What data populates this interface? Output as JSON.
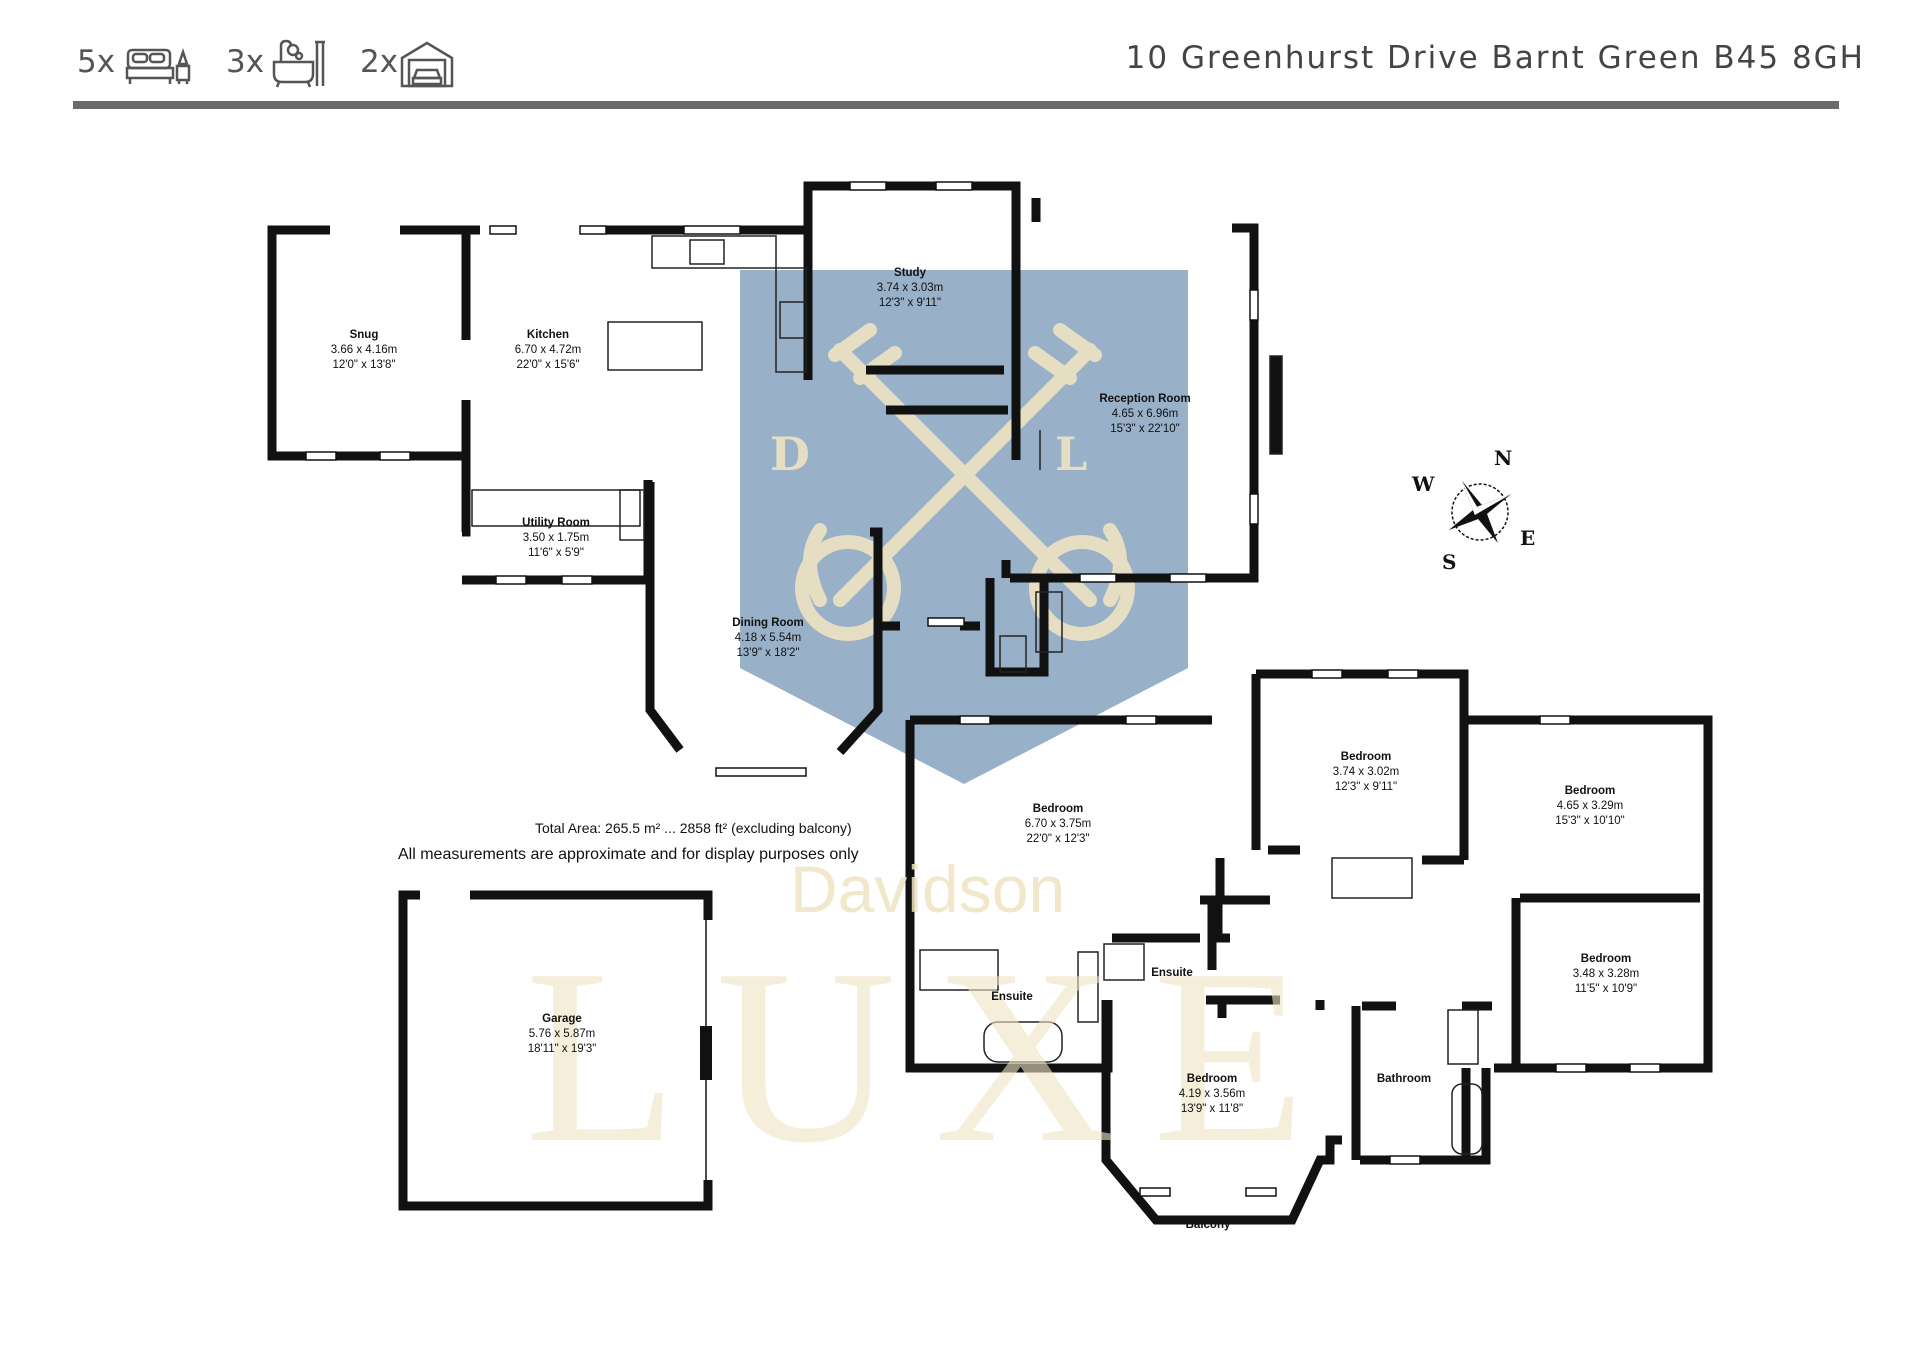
{
  "header": {
    "bedrooms": "5x",
    "bathrooms": "3x",
    "garages": "2x",
    "address": "10 Greenhurst Drive Barnt Green B45 8GH"
  },
  "icons": [
    "bed-icon",
    "bath-icon",
    "garage-icon",
    "compass-rose-icon",
    "watermark-logo-icon"
  ],
  "rooms": {
    "snug": {
      "name": "Snug",
      "metric": "3.66 x 4.16m",
      "imperial": "12'0\" x 13'8\""
    },
    "kitchen": {
      "name": "Kitchen",
      "metric": "6.70 x 4.72m",
      "imperial": "22'0\" x 15'6\""
    },
    "study": {
      "name": "Study",
      "metric": "3.74 x 3.03m",
      "imperial": "12'3\" x 9'11\""
    },
    "reception": {
      "name": "Reception Room",
      "metric": "4.65 x 6.96m",
      "imperial": "15'3\" x 22'10\""
    },
    "utility": {
      "name": "Utility Room",
      "metric": "3.50 x 1.75m",
      "imperial": "11'6\" x 5'9\""
    },
    "dining": {
      "name": "Dining Room",
      "metric": "4.18 x 5.54m",
      "imperial": "13'9\" x 18'2\""
    },
    "bed1": {
      "name": "Bedroom",
      "metric": "6.70 x 3.75m",
      "imperial": "22'0\" x 12'3\""
    },
    "bed2": {
      "name": "Bedroom",
      "metric": "3.74 x 3.02m",
      "imperial": "12'3\" x 9'11\""
    },
    "bed3": {
      "name": "Bedroom",
      "metric": "4.65 x 3.29m",
      "imperial": "15'3\" x 10'10\""
    },
    "bed4": {
      "name": "Bedroom",
      "metric": "3.48 x 3.28m",
      "imperial": "11'5\" x 10'9\""
    },
    "bed5": {
      "name": "Bedroom",
      "metric": "4.19 x 3.56m",
      "imperial": "13'9\" x 11'8\""
    },
    "ensuite1": {
      "name": "Ensuite"
    },
    "ensuite2": {
      "name": "Ensuite"
    },
    "bathroom": {
      "name": "Bathroom"
    },
    "balcony": {
      "name": "Balcony"
    },
    "garage": {
      "name": "Garage",
      "metric": "5.76 x 5.87m",
      "imperial": "18'11\" x 19'3\""
    }
  },
  "notes": {
    "total_area": "Total Area: 265.5 m² ... 2858 ft² (excluding balcony)",
    "disclaimer": "All measurements are approximate and for display purposes only"
  },
  "compass": {
    "n": "N",
    "e": "E",
    "s": "S",
    "w": "W"
  },
  "watermark": {
    "initial_left": "D",
    "initial_right": "L",
    "brand_top": "Davidson",
    "brand_main": "LUXE"
  },
  "colors": {
    "wall": "#111111",
    "shield": "#5b7fa8",
    "key": "#efe3c2",
    "watermark_text": "#efe3c2",
    "rule": "#6b6b6b"
  }
}
